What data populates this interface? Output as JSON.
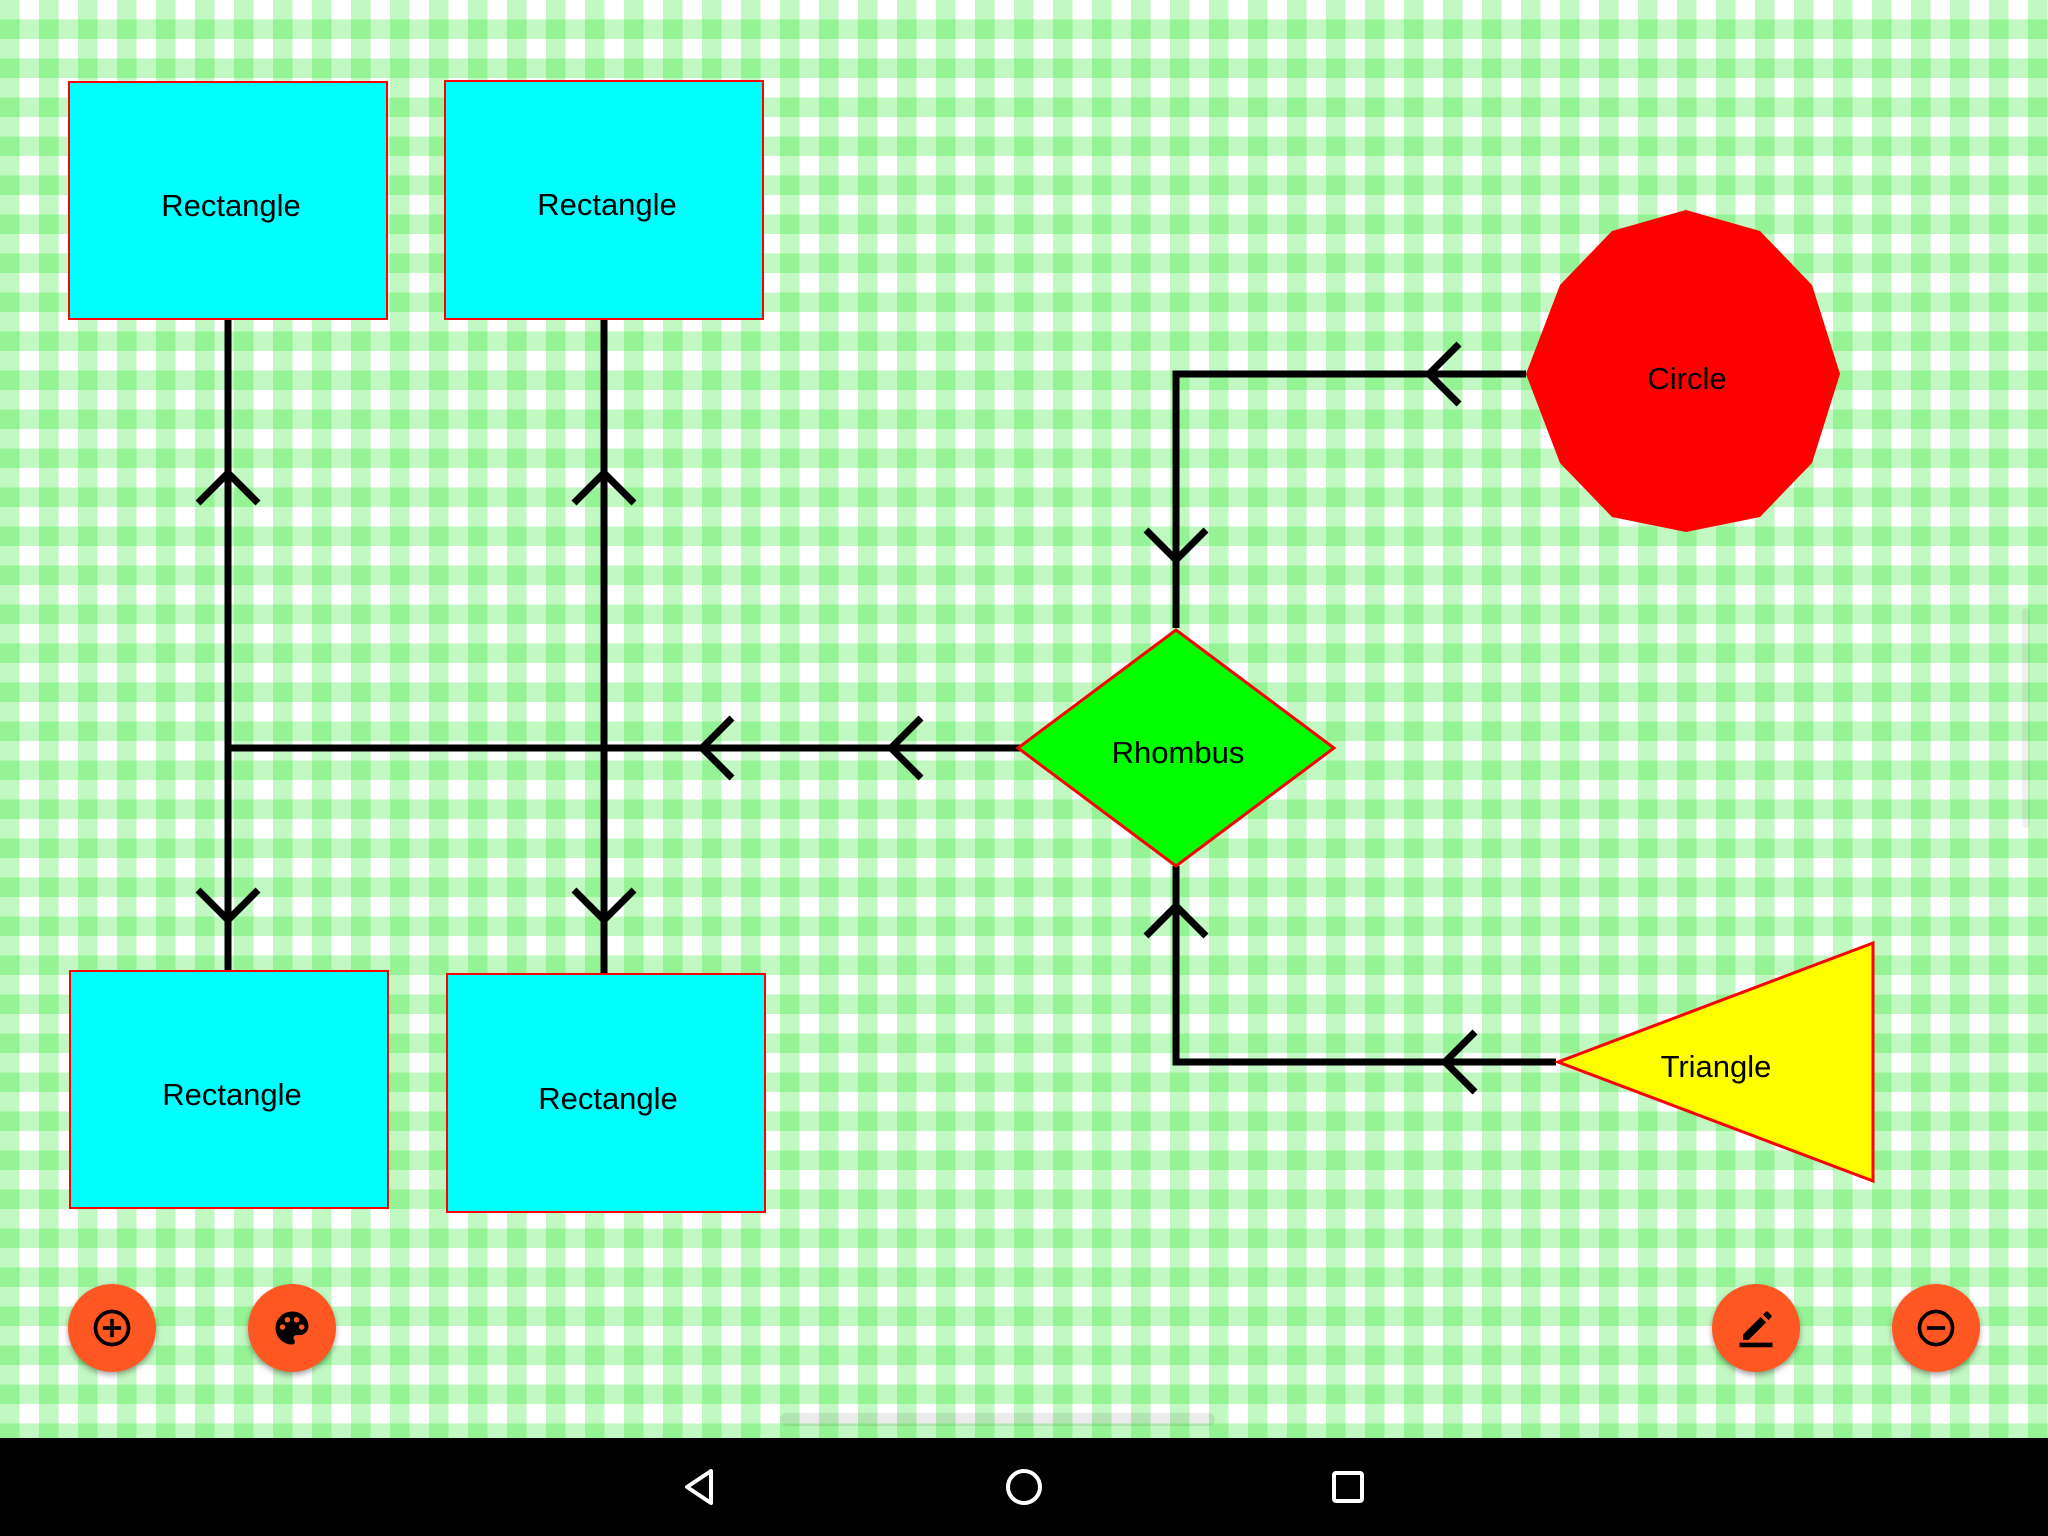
{
  "app": {
    "accent_color": "#ff5722",
    "grid_colors": [
      "#ffffff",
      "#c8f7c8",
      "#7dfa7d"
    ]
  },
  "shapes": {
    "rectangle_1": {
      "label": "Rectangle",
      "fill": "#00ffff",
      "stroke": "#ff0000"
    },
    "rectangle_2": {
      "label": "Rectangle",
      "fill": "#00ffff",
      "stroke": "#ff0000"
    },
    "rectangle_3": {
      "label": "Rectangle",
      "fill": "#00ffff",
      "stroke": "#ff0000"
    },
    "rectangle_4": {
      "label": "Rectangle",
      "fill": "#00ffff",
      "stroke": "#ff0000"
    },
    "circle": {
      "label": "Circle",
      "fill": "#ff0000"
    },
    "rhombus": {
      "label": "Rhombus",
      "fill": "#00ff00",
      "stroke": "#ff0000"
    },
    "triangle": {
      "label": "Triangle",
      "fill": "#ffff00",
      "stroke": "#ff0000"
    }
  },
  "toolbar": {
    "add_icon": "add-circle-icon",
    "palette_icon": "palette-icon",
    "edit_icon": "edit-pencil-icon",
    "remove_icon": "remove-circle-icon"
  },
  "navigation": {
    "back_icon": "back-triangle-icon",
    "home_icon": "home-circle-icon",
    "recents_icon": "recents-square-icon"
  }
}
